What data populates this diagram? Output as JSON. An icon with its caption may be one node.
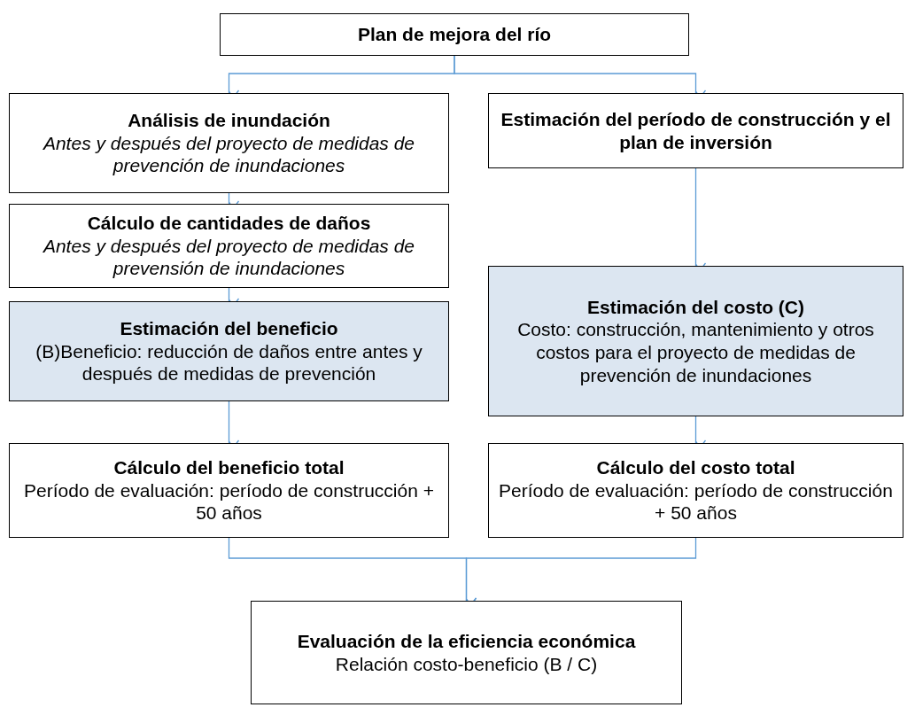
{
  "diagram": {
    "nodes": [
      {
        "text": [
          "Plan de mejora del río"
        ]
      },
      {
        "text": [
          "Análisis de inundación",
          "Antes y después del proyecto de medidas de prevención de inundaciones"
        ]
      },
      {
        "text": [
          "Estimación del período de construcción y el plan de inversión"
        ]
      },
      {
        "text": [
          "Cálculo de cantidades de daños",
          "Antes y después del proyecto de medidas de prevensión de inundaciones"
        ]
      },
      {
        "text": [
          "Estimación del beneficio",
          "(B)Beneficio: reducción de daños entre antes y después de medidas de prevención"
        ]
      },
      {
        "text": [
          "Estimación del costo (C)",
          "Costo: construcción, mantenimiento y otros costos para el proyecto de medidas de prevención de inundaciones"
        ]
      },
      {
        "text": [
          "Cálculo del beneficio total",
          "Período de evaluación: período de construcción + 50 años"
        ]
      },
      {
        "text": [
          "Cálculo del costo total",
          "Período de evaluación: período de construcción + 50 años"
        ]
      },
      {
        "text": [
          "Evaluación de la eficiencia económica",
          "Relación costo-beneficio (B / C)"
        ]
      }
    ],
    "edges": [
      {
        "from": 0,
        "to": 1,
        "arrow": "to"
      },
      {
        "from": 0,
        "to": 2,
        "arrow": "to"
      },
      {
        "from": 1,
        "to": 3,
        "arrow": "to"
      },
      {
        "from": 3,
        "to": 4,
        "arrow": "to"
      },
      {
        "from": 4,
        "to": 6,
        "arrow": "to"
      },
      {
        "from": 2,
        "to": 5,
        "arrow": "to"
      },
      {
        "from": 5,
        "to": 7,
        "arrow": "to"
      },
      {
        "from": 6,
        "to": 8,
        "arrow": "to"
      },
      {
        "from": 7,
        "to": 8,
        "arrow": "to"
      }
    ]
  }
}
